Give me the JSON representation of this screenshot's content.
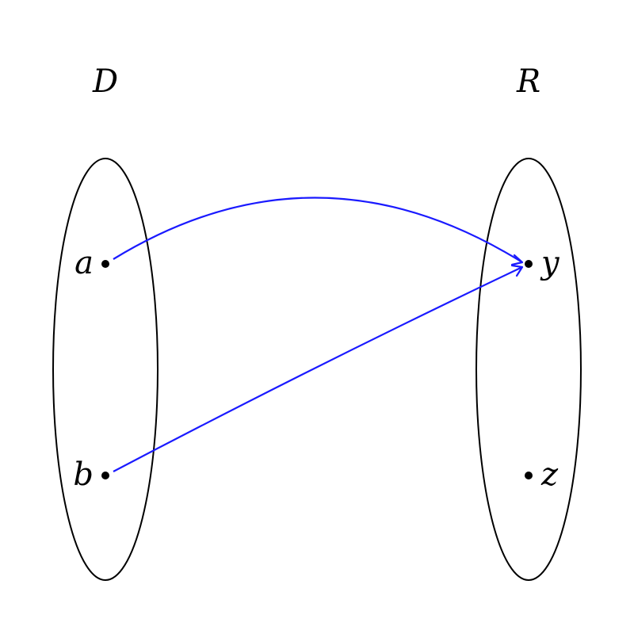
{
  "diagram": {
    "sets": {
      "domain": {
        "label": "D"
      },
      "range": {
        "label": "R"
      }
    },
    "elements": {
      "a": {
        "label": "a"
      },
      "b": {
        "label": "b"
      },
      "y": {
        "label": "y"
      },
      "z": {
        "label": "z"
      }
    },
    "mappings": [
      {
        "from": "a",
        "to": "y"
      },
      {
        "from": "b",
        "to": "y"
      }
    ],
    "colors": {
      "arrow": "#1a1aff",
      "outline": "#000000"
    }
  }
}
